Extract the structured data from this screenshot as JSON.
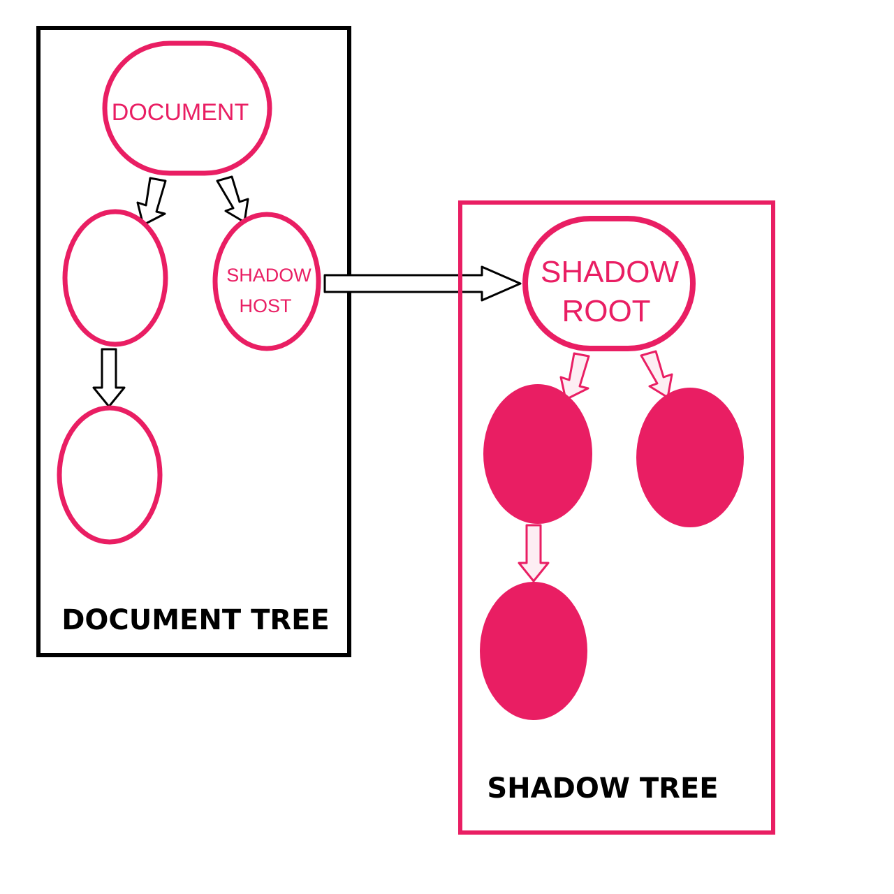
{
  "colors": {
    "accent": "#e91e63",
    "outline": "#000000",
    "background": "#ffffff",
    "arrow_fill_dark": "#ffffff",
    "arrow_fill_light": "#fdeef3"
  },
  "document_tree": {
    "caption": "DOCUMENT TREE",
    "root_label": "DOCUMENT",
    "host_label_line1": "SHADOW",
    "host_label_line2": "HOST"
  },
  "shadow_tree": {
    "caption": "SHADOW TREE",
    "root_label_line1": "SHADOW",
    "root_label_line2": "ROOT"
  }
}
